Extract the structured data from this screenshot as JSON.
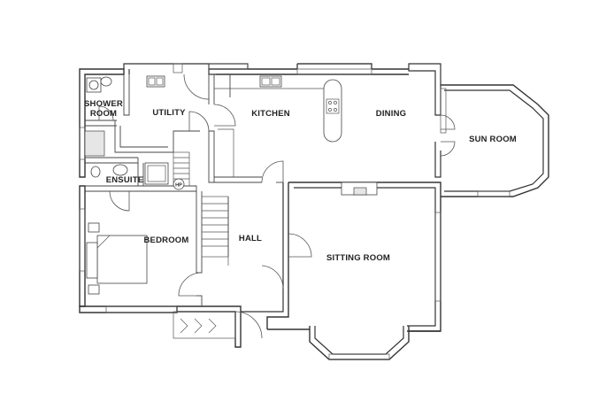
{
  "plan": {
    "rooms": {
      "shower_room_line1": "SHOWER",
      "shower_room_line2": "ROOM",
      "utility": "UTILITY",
      "kitchen": "KITCHEN",
      "dining": "DINING",
      "sun_room": "SUN ROOM",
      "ensuite": "ENSUITE",
      "bedroom": "BEDROOM",
      "hall": "HALL",
      "sitting_room": "SITTING ROOM"
    },
    "fixtures": {
      "boiler_label": "HP"
    }
  }
}
